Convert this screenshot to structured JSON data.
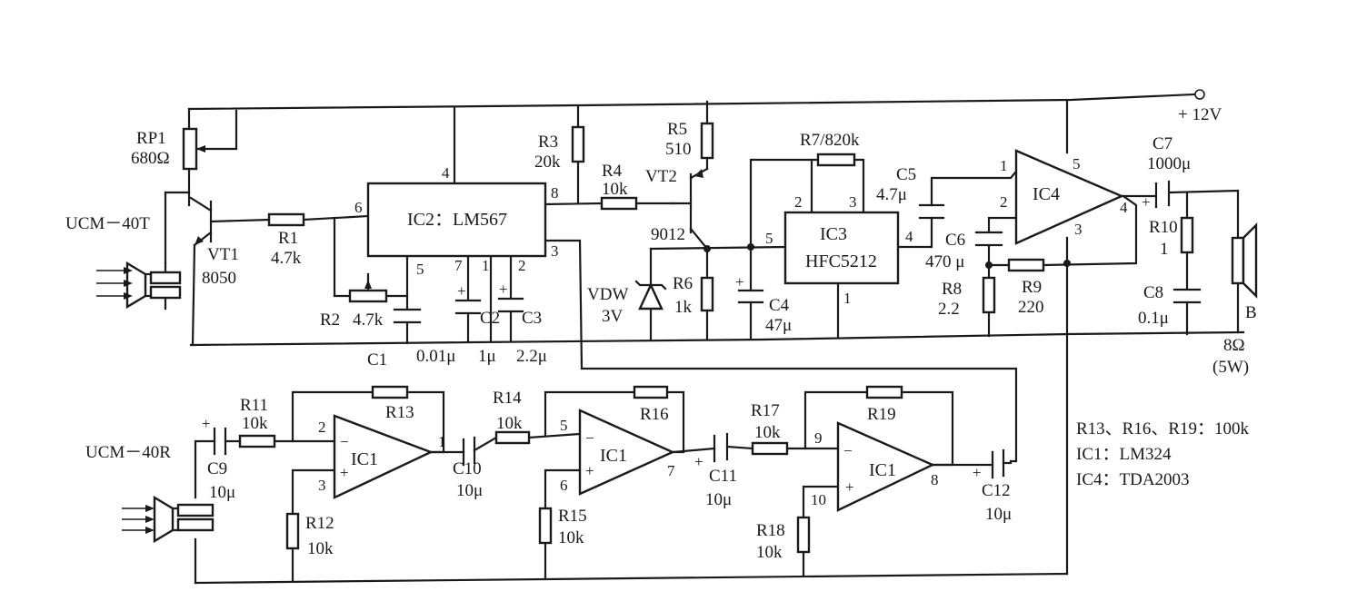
{
  "supply": {
    "label": "+ 12V"
  },
  "tx": {
    "transducer": "UCM－40T",
    "rp1": {
      "name": "RP1",
      "value": "680Ω"
    },
    "vt1": {
      "name": "VT1",
      "type": "8050"
    },
    "r1": {
      "name": "R1",
      "value": "4.7k"
    },
    "r2": {
      "name": "R2",
      "value": "4.7k"
    },
    "c1": {
      "name": "C1",
      "value": "0.01μ"
    },
    "c2": {
      "name": "C2",
      "value": "1μ"
    },
    "c3": {
      "name": "C3",
      "value": "2.2μ"
    },
    "ic2": {
      "label": "IC2：LM567",
      "pins": [
        "4",
        "6",
        "8",
        "5",
        "7",
        "1",
        "2",
        "3"
      ]
    },
    "r3": {
      "name": "R3",
      "value": "20k"
    },
    "r4": {
      "name": "R4",
      "value": "10k"
    },
    "r5": {
      "name": "R5",
      "value": "510"
    },
    "vt2": {
      "name": "VT2",
      "type": "9012"
    },
    "vdw": {
      "name": "VDW",
      "value": "3V"
    },
    "r6": {
      "name": "R6",
      "value": "1k"
    },
    "c4": {
      "name": "C4",
      "value": "47μ"
    },
    "r7": {
      "label": "R7/820k"
    },
    "ic3": {
      "name": "IC3",
      "type": "HFC5212",
      "pins": [
        "2",
        "3",
        "5",
        "4",
        "1"
      ]
    },
    "c5": {
      "name": "C5",
      "value": "4.7μ"
    },
    "c6": {
      "name": "C6",
      "value": "470 μ"
    },
    "r8": {
      "name": "R8",
      "value": "2.2"
    },
    "r9": {
      "name": "R9",
      "value": "220"
    },
    "ic4": {
      "name": "IC4",
      "pins": [
        "1",
        "5",
        "2",
        "4",
        "3"
      ]
    },
    "c7": {
      "name": "C7",
      "value": "1000μ"
    },
    "r10": {
      "name": "R10",
      "value": "1"
    },
    "c8": {
      "name": "C8",
      "value": "0.1μ"
    },
    "speaker": {
      "name": "B",
      "value": "8Ω",
      "power": "(5W)"
    }
  },
  "rx": {
    "transducer": "UCM－40R",
    "c9": {
      "name": "C9",
      "value": "10μ"
    },
    "r11": {
      "name": "R11",
      "value": "10k"
    },
    "r12": {
      "name": "R12",
      "value": "10k"
    },
    "r13": {
      "name": "R13"
    },
    "ic1a": {
      "name": "IC1",
      "pins": [
        "2",
        "3",
        "1"
      ]
    },
    "c10": {
      "name": "C10",
      "value": "10μ"
    },
    "r14": {
      "name": "R14",
      "value": "10k"
    },
    "r15": {
      "name": "R15",
      "value": "10k"
    },
    "r16": {
      "name": "R16"
    },
    "ic1b": {
      "name": "IC1",
      "pins": [
        "5",
        "6",
        "7"
      ]
    },
    "c11": {
      "name": "C11",
      "value": "10μ"
    },
    "r17": {
      "name": "R17",
      "value": "10k"
    },
    "r18": {
      "name": "R18",
      "value": "10k"
    },
    "r19": {
      "name": "R19"
    },
    "ic1c": {
      "name": "IC1",
      "pins": [
        "9",
        "10",
        "8"
      ]
    },
    "c12": {
      "name": "C12",
      "value": "10μ"
    }
  },
  "notes": [
    "R13、R16、R19：100k",
    "IC1：LM324",
    "IC4：TDA2003"
  ],
  "symbols": {
    "minus": "−",
    "plus": "+"
  }
}
